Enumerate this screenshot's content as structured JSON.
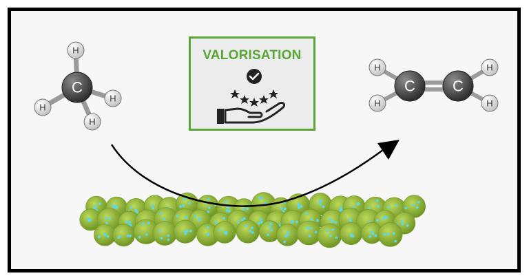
{
  "valorisation": {
    "title": "VALORISATION"
  },
  "methane": {
    "center": "C",
    "hydrogens": [
      "H",
      "H",
      "H",
      "H"
    ]
  },
  "ethylene": {
    "carbons": [
      "C",
      "C"
    ],
    "hydrogens": [
      "H",
      "H",
      "H",
      "H"
    ]
  },
  "colors": {
    "accent_green": "#58a535",
    "carbon_gray": "#4a4a4a",
    "hydrogen_gray": "#e6e6e6",
    "catalyst_green": "#9cbf3a",
    "catalyst_dots": "#5ad8ee"
  }
}
